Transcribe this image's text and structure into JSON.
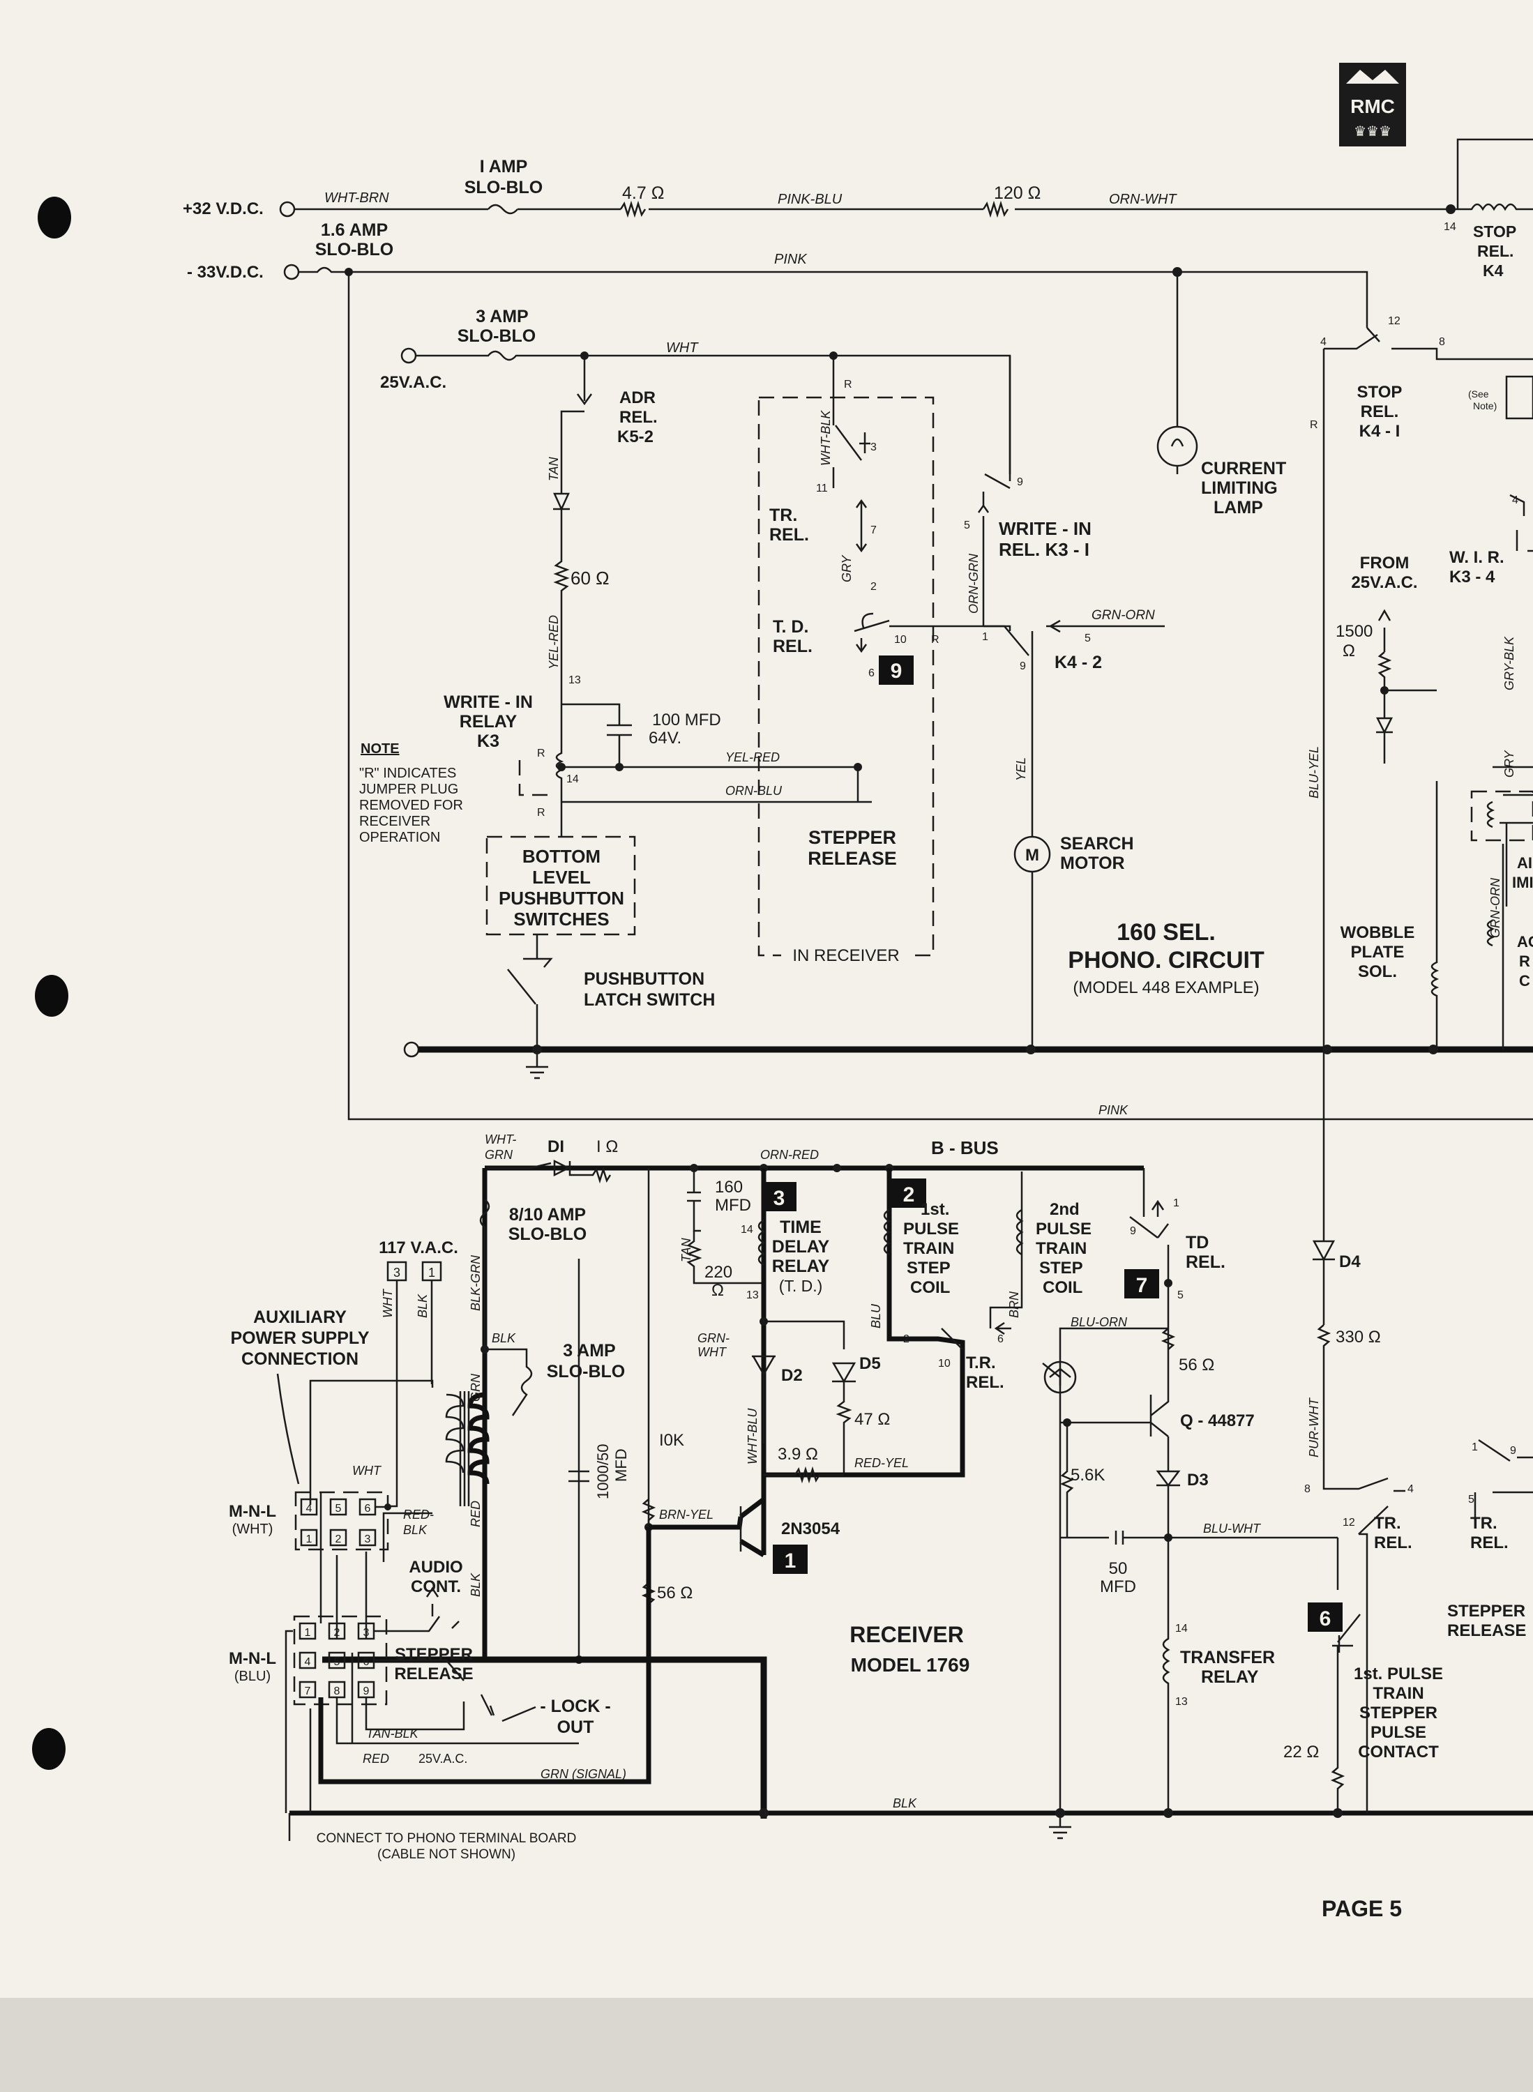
{
  "logo": {
    "text": "RMC"
  },
  "page_number": "PAGE 5",
  "power": {
    "pos_supply": "+32 V.D.C.",
    "neg_supply": "- 33V.D.C.",
    "ac_25": "25V.A.C.",
    "fuse_1a": [
      "I AMP",
      "SLO-BLO"
    ],
    "fuse_16a": [
      "1.6 AMP",
      "SLO-BLO"
    ],
    "fuse_3a_top": [
      "3 AMP",
      "SLO-BLO"
    ],
    "res_47": "4.7 Ω",
    "res_120": "120 Ω"
  },
  "wire_colors": {
    "wht_brn": "WHT-BRN",
    "pink_blu": "PINK-BLU",
    "orn_wht": "ORN-WHT",
    "pink": "PINK",
    "wht": "WHT",
    "tan": "TAN",
    "yel_red": "YEL-RED",
    "wht_blk": "WHT-BLK",
    "gry": "GRY",
    "orn_grn": "ORN-GRN",
    "grn_orn": "GRN-ORN",
    "yel": "YEL",
    "orn_blu": "ORN-BLU",
    "blu_yel": "BLU-YEL",
    "gry_blk": "GRY-BLK",
    "grn_orn2": "GRN-ORN",
    "wht_grn": [
      "WHT-",
      "GRN"
    ],
    "orn_red": "ORN-RED",
    "blk_grn": "BLK-GRN",
    "blk": "BLK",
    "grn": "GRN",
    "red": "RED",
    "wht2": "WHT",
    "red_blk": [
      "RED-",
      "BLK"
    ],
    "grn_wht": [
      "GRN-",
      "WHT"
    ],
    "wht_blu": "WHT-BLU",
    "brn_yel": "BRN-YEL",
    "blu": "BLU",
    "brn": "BRN",
    "red_yel": "RED-YEL",
    "blu_orn": "BLU-ORN",
    "pur_wht": "PUR-WHT",
    "blu_wht": "BLU-WHT",
    "tan_blk": "TAN-BLK",
    "red2": "RED",
    "ac25_small": "25V.A.C.",
    "grn_signal": "GRN (SIGNAL)",
    "blk_bottom": "BLK",
    "pink_bottom": "PINK",
    "wht3": "WHT",
    "blk2": "BLK"
  },
  "phono": {
    "adr_rel": [
      "ADR",
      "REL.",
      "K5-2"
    ],
    "res_60": "60 Ω",
    "write_in_relay": [
      "WRITE - IN",
      "RELAY",
      "K3"
    ],
    "cap_100": [
      "100 MFD",
      "64V."
    ],
    "note": [
      "NOTE",
      "\"R\" INDICATES",
      "JUMPER PLUG",
      "REMOVED FOR",
      "RECEIVER",
      "OPERATION"
    ],
    "bottom_level": [
      "BOTTOM",
      "LEVEL",
      "PUSHBUTTON",
      "SWITCHES"
    ],
    "latch_switch": [
      "PUSHBUTTON",
      "LATCH SWITCH"
    ],
    "tr_rel": [
      "TR.",
      "REL."
    ],
    "td_rel": [
      "T. D.",
      "REL."
    ],
    "stepper_release": [
      "STEPPER",
      "RELEASE"
    ],
    "in_receiver": "IN RECEIVER",
    "write_in_rel_k31": [
      "WRITE - IN",
      "REL. K3 - I"
    ],
    "k42": "K4 - 2",
    "search_motor": [
      "SEARCH",
      "MOTOR"
    ],
    "motor_symbol": "M",
    "current_lamp": [
      "CURRENT",
      "LIMITING",
      "LAMP"
    ],
    "circuit_title": [
      "160 SEL.",
      "PHONO. CIRCUIT"
    ],
    "circuit_model": "(MODEL 448 EXAMPLE)",
    "stop_rel_k41": [
      "STOP",
      "REL.",
      "K4 - I"
    ],
    "stop_rel_k4": [
      "STOP",
      "REL.",
      "K4"
    ],
    "see_note": [
      "(See",
      "Note)"
    ],
    "from_25": [
      "FROM",
      "25V.A.C."
    ],
    "res_1500": [
      "1500",
      "Ω"
    ],
    "wir_k34": [
      "W. I. R.",
      "K3 - 4"
    ],
    "wobble": [
      "WOBBLE",
      "PLATE",
      "SOL."
    ],
    "cut_ai": [
      "AI",
      "IMI"
    ],
    "cut_ac": [
      "AC",
      "R",
      "C"
    ],
    "badge_9": "9"
  },
  "receiver": {
    "d1": "DI",
    "res_1": "I Ω",
    "b_bus": "B - BUS",
    "cap_160": [
      "160",
      "MFD"
    ],
    "time_delay": [
      "TIME",
      "DELAY",
      "RELAY",
      "(T. D.)"
    ],
    "res_220": [
      "220",
      "Ω"
    ],
    "first_pulse": [
      "1st.",
      "PULSE",
      "TRAIN",
      "STEP",
      "COIL"
    ],
    "second_pulse": [
      "2nd",
      "PULSE",
      "TRAIN",
      "STEP",
      "COIL"
    ],
    "td_rel": [
      "TD",
      "REL."
    ],
    "fuse_810": [
      "8/10 AMP",
      "SLO-BLO"
    ],
    "fuse_3a": [
      "3 AMP",
      "SLO-BLO"
    ],
    "ac_117": "117 V.A.C.",
    "aux_power": [
      "AUXILIARY",
      "POWER SUPPLY",
      "CONNECTION"
    ],
    "d2": "D2",
    "d5": "D5",
    "res_47": "47 Ω",
    "tr_rel": [
      "T.R.",
      "REL."
    ],
    "res_10k": "I0K",
    "res_39": "3.9 Ω",
    "cap_1000": [
      "1000/50",
      "MFD"
    ],
    "transistor_1": "2N3054",
    "res_56_left": "56 Ω",
    "q_44877": "Q - 44877",
    "res_56_right": "56 Ω",
    "res_56k": "5.6K",
    "d3": "D3",
    "d4": "D4",
    "res_330": "330 Ω",
    "cap_50": [
      "50",
      "MFD"
    ],
    "transfer_relay": [
      "TRANSFER",
      "RELAY"
    ],
    "tr_rel_right1": [
      "TR.",
      "REL."
    ],
    "tr_rel_right2": [
      "TR.",
      "REL."
    ],
    "stepper_release_right": [
      "STEPPER",
      "RELEASE"
    ],
    "first_pulse_contact": [
      "1st. PULSE",
      "TRAIN",
      "STEPPER",
      "PULSE",
      "CONTACT"
    ],
    "res_22": "22 Ω",
    "mnl_wht": [
      "M-N-L",
      "(WHT)"
    ],
    "mnl_blu": [
      "M-N-L",
      "(BLU)"
    ],
    "audio_cont": [
      "AUDIO",
      "CONT."
    ],
    "stepper_release": [
      "STEPPER",
      "RELEASE"
    ],
    "lock_out": [
      "- LOCK -",
      "OUT"
    ],
    "receiver_title": "RECEIVER",
    "receiver_model": "MODEL 1769",
    "connect_note": [
      "CONNECT TO PHONO TERMINAL BOARD",
      "(CABLE NOT SHOWN)"
    ],
    "badge_1": "1",
    "badge_2": "2",
    "badge_3": "3",
    "badge_6": "6",
    "badge_7": "7"
  }
}
